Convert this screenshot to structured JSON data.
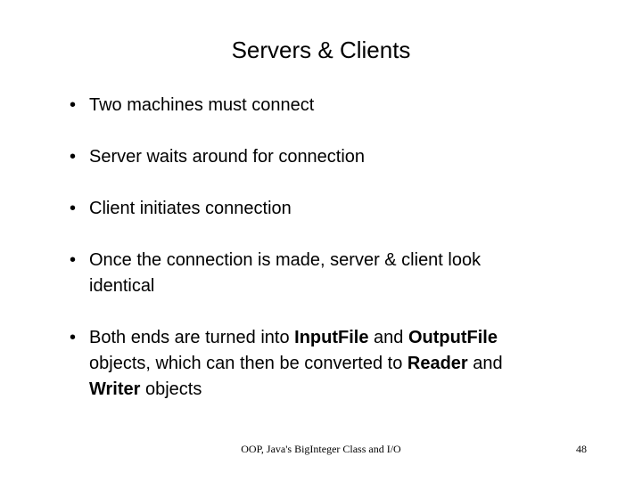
{
  "slide": {
    "title": "Servers & Clients",
    "background_color": "#ffffff",
    "text_color": "#000000",
    "bullet_glyph": "•",
    "bullets": [
      {
        "marker": "•",
        "text": "Two machines must connect",
        "runs": [
          {
            "text": "Two machines must connect",
            "bold": false
          }
        ]
      },
      {
        "marker": "•",
        "text": "Server waits around for connection",
        "runs": [
          {
            "text": "Server waits around for connection",
            "bold": false
          }
        ]
      },
      {
        "marker": "•",
        "text": "Client initiates connection",
        "runs": [
          {
            "text": "Client initiates connection",
            "bold": false
          }
        ]
      },
      {
        "marker": "•",
        "text": "Once the connection is made, server & client look identical",
        "runs": [
          {
            "text": "Once the connection is made, server & client look identical",
            "bold": false
          }
        ]
      },
      {
        "marker": "•",
        "text": "Both ends are turned into InputFile and OutputFile objects, which can then be converted to Reader and Writer objects",
        "runs": [
          {
            "text": "Both ends are turned into ",
            "bold": false
          },
          {
            "text": "InputFile",
            "bold": true
          },
          {
            "text": " and ",
            "bold": false
          },
          {
            "text": "OutputFile",
            "bold": true
          },
          {
            "text": " objects, which can then be converted to ",
            "bold": false
          },
          {
            "text": "Reader",
            "bold": true
          },
          {
            "text": " and ",
            "bold": false
          },
          {
            "text": "Writer",
            "bold": true
          },
          {
            "text": " objects",
            "bold": false
          }
        ]
      }
    ],
    "footer": {
      "note": "OOP, Java's BigInteger Class and I/O",
      "page_number": "48"
    }
  }
}
